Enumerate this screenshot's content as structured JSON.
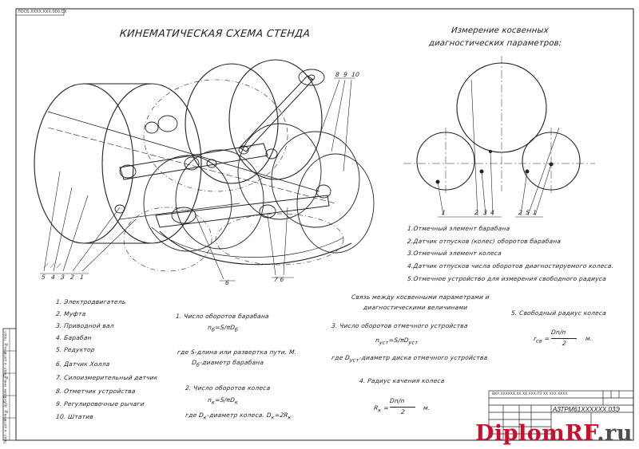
{
  "corner_code": "ЛОСБ.ХХХХ.ХХХ.000.СХ",
  "main_title": "КИНЕМАТИЧЕСКАЯ СХЕМА СТЕНДА",
  "right_title_line1": "Измерение косвенных",
  "right_title_line2": "диагностических параметров:",
  "main_labels": {
    "top": [
      "8",
      "9",
      "10"
    ],
    "bottom_left": [
      "5",
      "4",
      "3",
      "2",
      "1"
    ],
    "bottom_mid": "6",
    "bottom_right": "7 6"
  },
  "right_labels": {
    "left_group": [
      "1",
      "2",
      "3",
      "4"
    ],
    "right_group": [
      "2",
      "5",
      "1"
    ]
  },
  "measurement_list": [
    "1.Отмечный элемент барабана",
    "2.Датчик отпусков (колес) оборотов барабана",
    "3.Отмечный элемент колеса",
    "4.Датчик отпусков числа оборотов диагностируемого колеса.",
    "5.Отмечное устройство для измерения свободного радиуса"
  ],
  "component_list": [
    "1. Электродвигатель",
    "2. Муфта",
    "3. Приводной вал",
    "4. Барабан",
    "5. Редуктор",
    "6. Датчик Холла",
    "7. Силоизмерительный датчик",
    "8. Отметчик устройства",
    "9. Регулировочные рычаги",
    "10. Штатив"
  ],
  "formulas_mid": {
    "f1_title": "1. Число оборотов барабана",
    "f1_formula": "n",
    "f1_sub": "б",
    "f1_rhs": "=S/πD",
    "f1_rhs_sub": "б",
    "f1_note_a": "где S-длина или развертка пути, М.",
    "f1_note_b": "D",
    "f1_note_b_sub": "б",
    "f1_note_c": "-диаметр барабана",
    "f2_title": "2. Число оборотов колеса",
    "f2_formula": "n",
    "f2_sub": "к",
    "f2_rhs": "=S/πD",
    "f2_rhs_sub": "к",
    "f2_note_a": "где D",
    "f2_note_a_sub": "к",
    "f2_note_b": "-диаметр колеса. D",
    "f2_note_b_sub": "к",
    "f2_note_c": "=2R",
    "f2_note_c_sub": "к"
  },
  "formulas_right": {
    "relation_line1": "Связь между косвенными параметрами и",
    "relation_line2": "диагностическими величинами",
    "f3_title": "3. Число оборотов отмечного устройства",
    "f3_formula": "n",
    "f3_sub": "уст",
    "f3_rhs": "=S/πD",
    "f3_rhs_sub": "уст",
    "f3_note_a": "где D",
    "f3_note_a_sub": "уст",
    "f3_note_b": "-диаметр диска отмечного устройства",
    "f4_title": "4. Радиус качения колеса",
    "f4_lhs": "R",
    "f4_lhs_sub": "к",
    "f4_num": "D",
    "f4_num_b": "n",
    "f4_num_c": "/n",
    "f4_den": "2",
    "f4_unit": "м.",
    "f5_title": "5. Свободный радиус колеса",
    "f5_lhs": "r",
    "f5_lhs_sub": "св",
    "f5_num": "D",
    "f5_num_b": "n",
    "f5_num_c": "/n",
    "f5_den": "2",
    "f5_unit": "м."
  },
  "titleblock": {
    "doc_code": "АЗТРМ61ХХХХХХ.03Э",
    "header_text": "ВКР.ХХХХХХ.ХХ.ХХ.ХХХ.ПЗ ХХ ХХХ ХХХХ"
  },
  "side_stamp": [
    "Инв.№ подл.",
    "Подп. и дата",
    "Взам. инв.№",
    "Инв.№ дубл.",
    "Подп. и дата"
  ],
  "watermark": {
    "part1": "Diplom",
    "part2": "RF",
    "part3": ".ru"
  }
}
